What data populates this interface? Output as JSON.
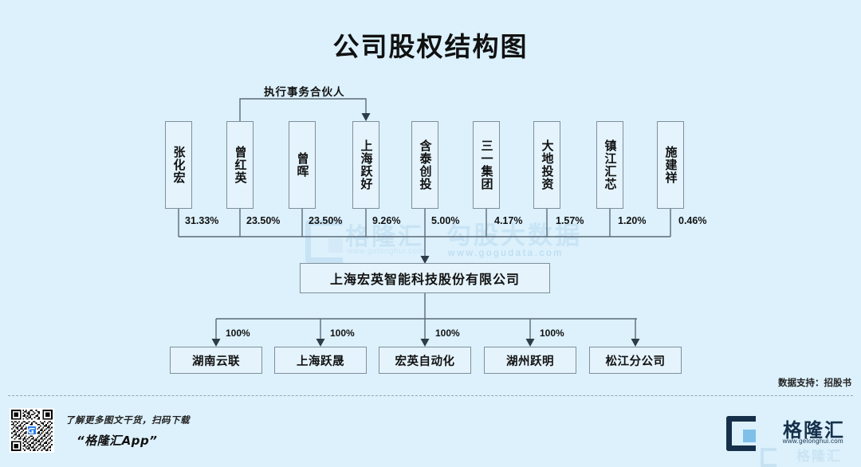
{
  "header": {
    "title": "公司股权结构图"
  },
  "diagram": {
    "exec_partner_label": "执行事务合伙人",
    "shareholders": [
      {
        "name": "张化宏",
        "pct": "31.33%"
      },
      {
        "name": "曾红英",
        "pct": "23.50%"
      },
      {
        "name": "曾晖",
        "pct": "23.50%"
      },
      {
        "name": "上海跃好",
        "pct": "9.26%"
      },
      {
        "name": "含泰创投",
        "pct": "5.00%"
      },
      {
        "name": "三一集团",
        "pct": "4.17%"
      },
      {
        "name": "大地投资",
        "pct": "1.57%"
      },
      {
        "name": "镇江汇芯",
        "pct": "1.20%"
      },
      {
        "name": "施建祥",
        "pct": "0.46%"
      }
    ],
    "company": {
      "name": "上海宏英智能科技股份有限公司"
    },
    "subsidiaries": [
      {
        "name": "湖南云联",
        "pct": "100%"
      },
      {
        "name": "上海跃晟",
        "pct": "100%"
      },
      {
        "name": "宏英自动化",
        "pct": "100%"
      },
      {
        "name": "湖州跃明",
        "pct": "100%"
      },
      {
        "name": "松江分公司",
        "pct": ""
      }
    ]
  },
  "watermarks": {
    "gelonghui_text": "格隆汇",
    "gelonghui_url": "www.gelonghui.com",
    "gogudata_text": "勾股大数据",
    "gogudata_url": "www.gogudata.com"
  },
  "footer": {
    "source": "数据支持：招股书",
    "promo_line1": "了解更多图文干货，扫码下载",
    "promo_line2": "“格隆汇App”",
    "brand_text": "格隆汇",
    "brand_url": "www.gelonghui.com",
    "brand_ghost": "格隆汇"
  },
  "colors": {
    "background": "#dcf1fc",
    "box_fill": "#e4f3fc",
    "box_border": "#7f8f9b",
    "line": "#5a6b77",
    "brand_dark": "#16304a",
    "brand_blue": "#7fc0ea"
  }
}
